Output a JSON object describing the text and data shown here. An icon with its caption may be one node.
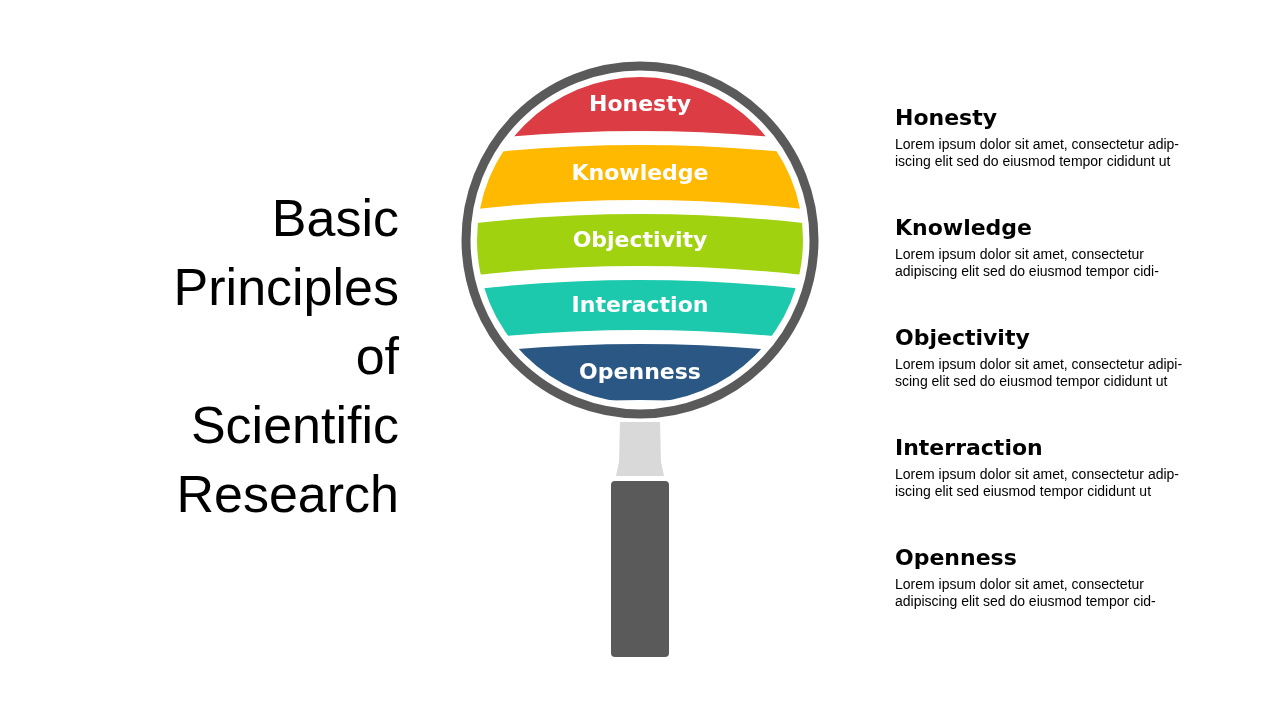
{
  "diagram": {
    "title": "Basic Principles of Scientific Research",
    "nodes": [
      {
        "text": [
          "Honesty"
        ]
      },
      {
        "text": [
          "Knowledge"
        ]
      },
      {
        "text": [
          "Objectivity"
        ]
      },
      {
        "text": [
          "Interaction"
        ]
      },
      {
        "text": [
          "Openness"
        ]
      }
    ],
    "labels": [
      "Honesty",
      "Lorem ipsum dolor sit amet, consectetur adip- iscing elit sed do eiusmod tempor cididunt ut",
      "Knowledge",
      "Lorem ipsum dolor sit amet, consectetur adipiscing elit sed do eiusmod tempor cidi-",
      "Objectivity",
      "Lorem ipsum dolor sit amet, consectetur adipi- scing elit sed do eiusmod tempor cididunt ut",
      "Interraction",
      "Lorem ipsum dolor sit amet, consectetur adip- iscing elit sed eiusmod tempor cididunt ut",
      "Openness",
      "Lorem ipsum dolor sit amet, consectetur adipiscing elit sed do eiusmod tempor cid-"
    ]
  }
}
